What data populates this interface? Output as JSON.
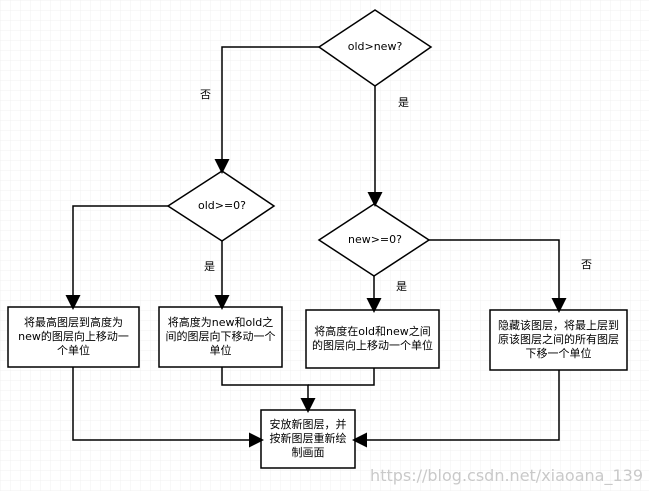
{
  "flowchart": {
    "decisions": {
      "top": "old>new?",
      "left": "old>=0?",
      "right": "new>=0?"
    },
    "processes": {
      "p1": "将最高图层到高度为new的图层向上移动一个单位",
      "p2": "将高度为new和old之间的图层向下移动一个单位",
      "p3": "将高度在old和new之间的图层向上移动一个单位",
      "p4": "隐藏该图层，将最上层到原该图层之间的所有图层下移一个单位",
      "final": "安放新图层，并按新图层重新绘制画面"
    },
    "edge_labels": {
      "no_top": "否",
      "yes_top": "是",
      "yes_left": "是",
      "yes_right": "是",
      "no_right": "否"
    }
  },
  "watermark": "https://blog.csdn.net/xiaoana_139"
}
